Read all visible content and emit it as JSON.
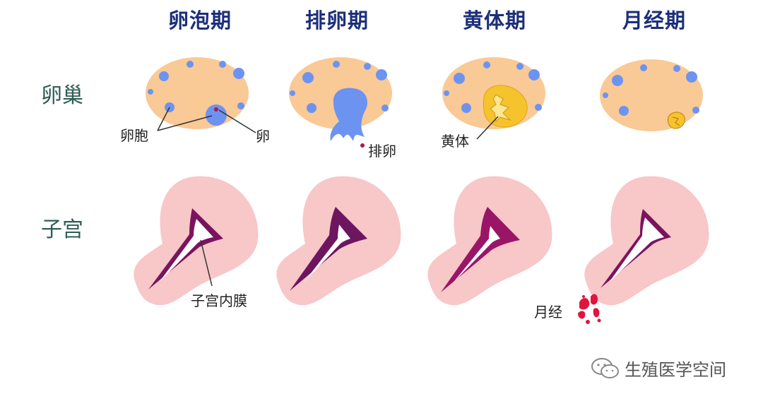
{
  "phases": [
    "卵泡期",
    "排卵期",
    "黄体期",
    "月经期"
  ],
  "rows": {
    "ovary": "卵巢",
    "uterus": "子宫"
  },
  "annotations": {
    "follicle": "卵胞",
    "egg": "卵",
    "ovulation": "排卵",
    "corpus_luteum": "黄体",
    "endometrium": "子宫内膜",
    "menstruation": "月经"
  },
  "watermark": {
    "text": "生殖医学空间",
    "icon": "wechat-icon"
  },
  "colors": {
    "title": "#1c2f7a",
    "ovary": "#f9c996",
    "follicle": "#6d93f0",
    "corpus_luteum": "#f5c42c",
    "uterus": "#f8c7c8",
    "endometrium": "#7a145e",
    "menstrual_blood": "#e0153e"
  }
}
